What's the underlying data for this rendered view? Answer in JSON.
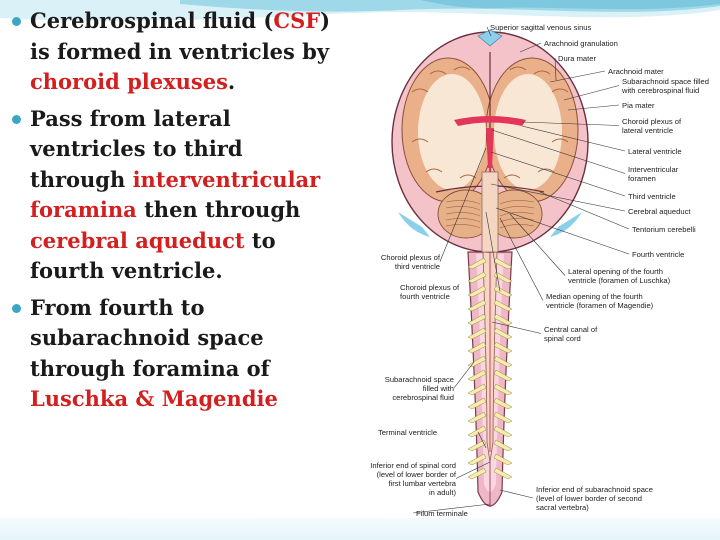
{
  "theme": {
    "accent": "#3da5c4",
    "highlight": "#d31f1f",
    "band_light": "#d9f1f7",
    "band_dark": "#9fd8e8"
  },
  "bullets": [
    {
      "parts": [
        {
          "text": "Cerebrospinal fluid (",
          "highlight": false
        },
        {
          "text": "CSF",
          "highlight": true
        },
        {
          "text": ") is formed in ventricles by ",
          "highlight": false
        },
        {
          "text": "choroid plexuses",
          "highlight": true
        },
        {
          "text": ".",
          "highlight": false
        }
      ]
    },
    {
      "parts": [
        {
          "text": "Pass from lateral ventricles to third through ",
          "highlight": false
        },
        {
          "text": "interventricular foramina",
          "highlight": true
        },
        {
          "text": " then through ",
          "highlight": false
        },
        {
          "text": "cerebral aqueduct",
          "highlight": true
        },
        {
          "text": " to fourth ventricle.",
          "highlight": false
        }
      ]
    },
    {
      "parts": [
        {
          "text": "From fourth to subarachnoid space through foramina of ",
          "highlight": false
        },
        {
          "text": "Luschka & Magendie",
          "highlight": true
        }
      ]
    }
  ],
  "diagram": {
    "labels_right": [
      {
        "lines": [
          "Superior sagittal venous sinus"
        ]
      },
      {
        "lines": [
          "Arachnoid granulation"
        ]
      },
      {
        "lines": [
          "Dura mater"
        ]
      },
      {
        "lines": [
          "Arachnoid mater"
        ]
      },
      {
        "lines": [
          "Subarachnoid space filled",
          "with cerebrospinal fluid"
        ]
      },
      {
        "lines": [
          "Pia mater"
        ]
      },
      {
        "lines": [
          "Choroid plexus of",
          "lateral ventricle"
        ]
      },
      {
        "lines": [
          "Lateral ventricle"
        ]
      },
      {
        "lines": [
          "Interventricular",
          "foramen"
        ]
      },
      {
        "lines": [
          "Third ventricle"
        ]
      },
      {
        "lines": [
          "Cerebral aqueduct"
        ]
      },
      {
        "lines": [
          "Tentorium cerebelli"
        ]
      },
      {
        "lines": [
          "Fourth ventricle"
        ]
      },
      {
        "lines": [
          "Lateral opening of the fourth",
          "ventricle (foramen of Luschka)"
        ]
      },
      {
        "lines": [
          "Median opening of the fourth",
          "ventricle (foramen of Magendie)"
        ]
      },
      {
        "lines": [
          "Central canal of",
          "spinal cord"
        ]
      },
      {
        "lines": [
          "Inferior end of subarachnoid space",
          "(level of lower border of second",
          "sacral vertebra)"
        ]
      },
      {
        "lines": [
          "Filum terminale"
        ]
      }
    ],
    "labels_left": [
      {
        "lines": [
          "Choroid plexus of",
          "third ventricle"
        ]
      },
      {
        "lines": [
          "Choroid plexus of",
          "fourth ventricle"
        ]
      },
      {
        "lines": [
          "Subarachnoid space",
          "filled with",
          "cerebrospinal fluid"
        ]
      },
      {
        "lines": [
          "Terminal ventricle"
        ]
      },
      {
        "lines": [
          "Inferior end of spinal cord",
          "(level of lower border of",
          "first lumbar vertebra",
          "in adult)"
        ]
      }
    ],
    "colors": {
      "dura": "#f3c3c9",
      "cortex": "#e9b08a",
      "white_matter": "#f8e7d4",
      "csf_blue": "#8ad0ea",
      "ventricle": "#e4355a",
      "spine": "#f0b7c7",
      "cord": "#f6d7c6",
      "nerve": "#f6ecae"
    }
  }
}
